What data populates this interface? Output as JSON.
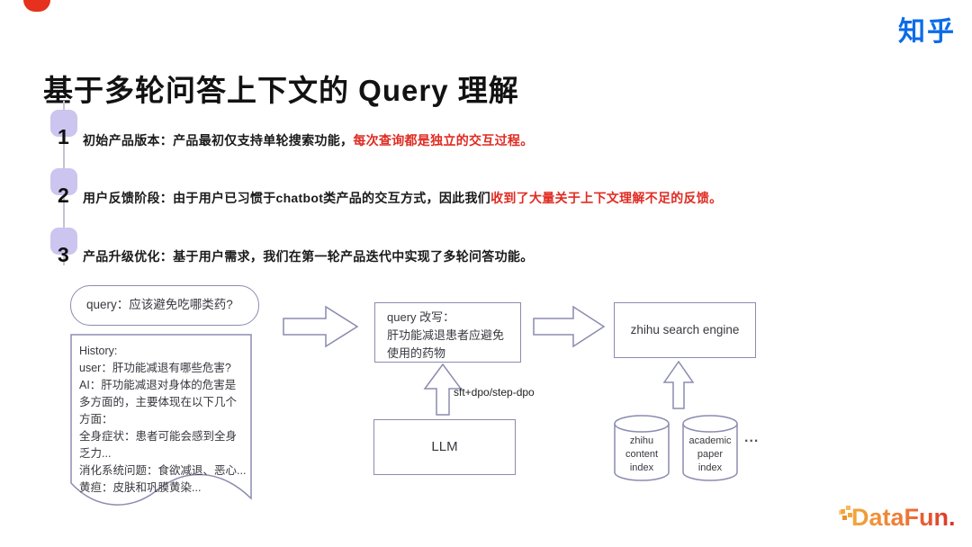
{
  "brand": {
    "zhihu_logo": "知乎",
    "datafun_logo": "DataFun."
  },
  "title": "基于多轮问答上下文的 Query 理解",
  "timeline": {
    "items": [
      {
        "num": "1",
        "black": "初始产品版本：产品最初仅支持单轮搜索功能，",
        "red": "每次查询都是独立的交互过程。"
      },
      {
        "num": "2",
        "black": "用户反馈阶段：由于用户已习惯于chatbot类产品的交互方式，因此我们",
        "red": "收到了大量关于上下文理解不足的反馈。"
      },
      {
        "num": "3",
        "black": "产品升级优化：基于用户需求，我们在第一轮产品迭代中实现了多轮问答功能。",
        "red": ""
      }
    ]
  },
  "diagram": {
    "query_box": "query：应该避免吃哪类药?",
    "history_box": {
      "lines": [
        "History:",
        "user：肝功能减退有哪些危害?",
        "AI：肝功能减退对身体的危害是多方面的，主要体现在以下几个方面：",
        "全身症状：患者可能会感到全身乏力...",
        "消化系统问题：食欲减退、恶心...",
        "黄疸：皮肤和巩膜黄染..."
      ]
    },
    "rewrite_box": {
      "lines": [
        "query 改写：",
        "肝功能减退患者应避免",
        "使用的药物"
      ]
    },
    "arrow_label": "sft+dpo/step-dpo",
    "llm_box": "LLM",
    "search_box": "zhihu search engine",
    "cylinder_zhihu": {
      "lines": [
        "zhihu",
        "content",
        "index"
      ]
    },
    "cylinder_academic": {
      "lines": [
        "academic",
        "paper",
        "index"
      ]
    },
    "ellipsis": "..."
  },
  "colors": {
    "zhihu_blue": "#0c6ce8",
    "emphasis_red": "#e02b22",
    "step_square_lavender": "#cbc5ef",
    "diagram_border": "#8b8bb0",
    "datafun_orange": "#f2a73b",
    "datafun_red": "#da2f27",
    "top_notch_red": "#e5311d"
  }
}
